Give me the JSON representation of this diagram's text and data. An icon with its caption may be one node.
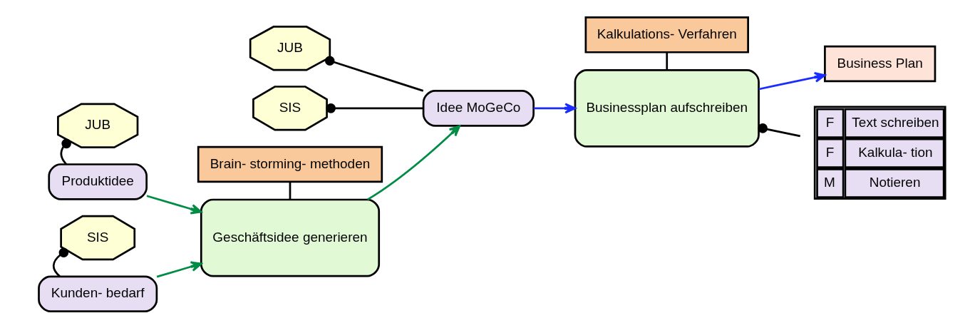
{
  "diagram": {
    "nodes": [
      {
        "text": [
          "JUB"
        ]
      },
      {
        "text": [
          "Produktidee"
        ]
      },
      {
        "text": [
          "Kunden- bedarf"
        ]
      },
      {
        "text": [
          "SIS"
        ]
      },
      {
        "text": [
          "Brain- storming- methoden"
        ]
      },
      {
        "text": [
          "Geschäftsidee generieren"
        ]
      },
      {
        "text": [
          "JUB"
        ]
      },
      {
        "text": [
          "SIS"
        ]
      },
      {
        "text": [
          "Idee MoGeCo"
        ]
      },
      {
        "text": [
          "Kalkulations- Verfahren"
        ]
      },
      {
        "text": [
          "Businessplan aufschreiben"
        ]
      },
      {
        "text": [
          "Business Plan"
        ]
      },
      {
        "text": [
          "F",
          "Text schreiben",
          "F",
          "Kalkula- tion",
          "M",
          "Notieren"
        ]
      }
    ],
    "edges": [
      {
        "from": 0,
        "to": 1,
        "arrow": "other"
      },
      {
        "from": 3,
        "to": 2,
        "arrow": "other"
      },
      {
        "from": 1,
        "to": 5,
        "arrow": "to",
        "color": "#008c45"
      },
      {
        "from": 2,
        "to": 5,
        "arrow": "to",
        "color": "#008c45"
      },
      {
        "from": 4,
        "to": 5,
        "arrow": "none"
      },
      {
        "from": 5,
        "to": 8,
        "arrow": "to",
        "color": "#008c45"
      },
      {
        "from": 6,
        "to": 8,
        "arrow": "other"
      },
      {
        "from": 7,
        "to": 8,
        "arrow": "other"
      },
      {
        "from": 8,
        "to": 10,
        "arrow": "to",
        "color": "#1a2cff"
      },
      {
        "from": 9,
        "to": 10,
        "arrow": "none"
      },
      {
        "from": 10,
        "to": 11,
        "arrow": "to",
        "color": "#1a2cff"
      },
      {
        "from": 10,
        "to": 12,
        "arrow": "other"
      }
    ]
  }
}
